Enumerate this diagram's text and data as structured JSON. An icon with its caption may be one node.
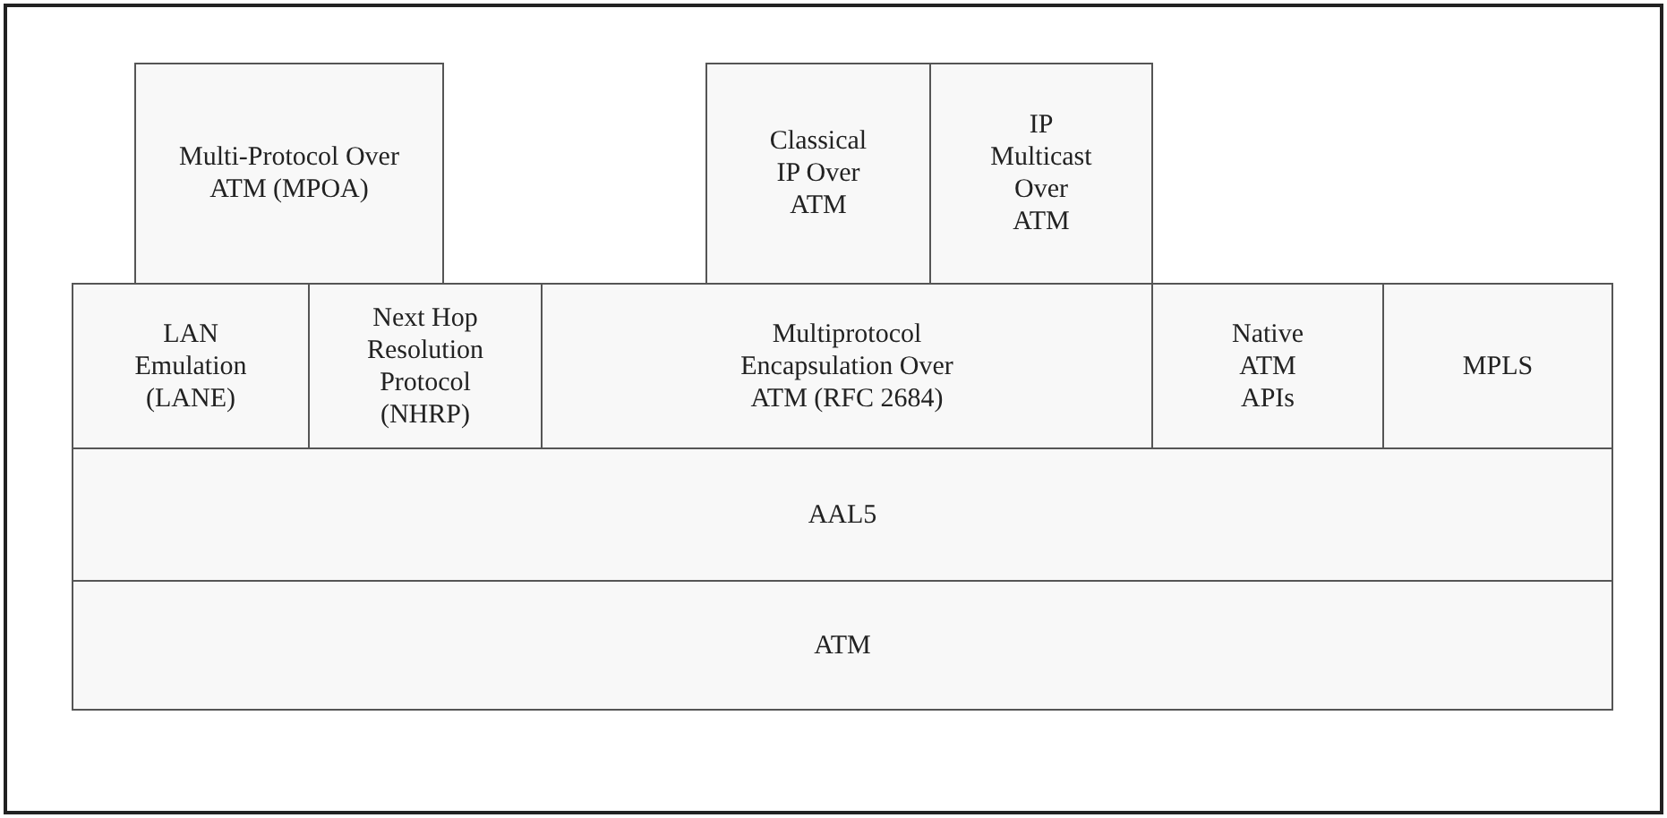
{
  "diagram": {
    "nodes": [
      {
        "text": [
          "Multi-Protocol Over ATM (MPOA)"
        ]
      },
      {
        "text": [
          "Classical IP Over ATM"
        ]
      },
      {
        "text": [
          "IP Multicast Over ATM"
        ]
      },
      {
        "text": [
          "LAN Emulation (LANE)"
        ]
      },
      {
        "text": [
          "Next Hop Resolution Protocol (NHRP)"
        ]
      },
      {
        "text": [
          "Multiprotocol Encapsulation Over ATM (RFC 2684)"
        ]
      },
      {
        "text": [
          "Native ATM APIs"
        ]
      },
      {
        "text": [
          "MPLS"
        ]
      },
      {
        "text": [
          "AAL5"
        ]
      },
      {
        "text": [
          "ATM"
        ]
      }
    ]
  }
}
